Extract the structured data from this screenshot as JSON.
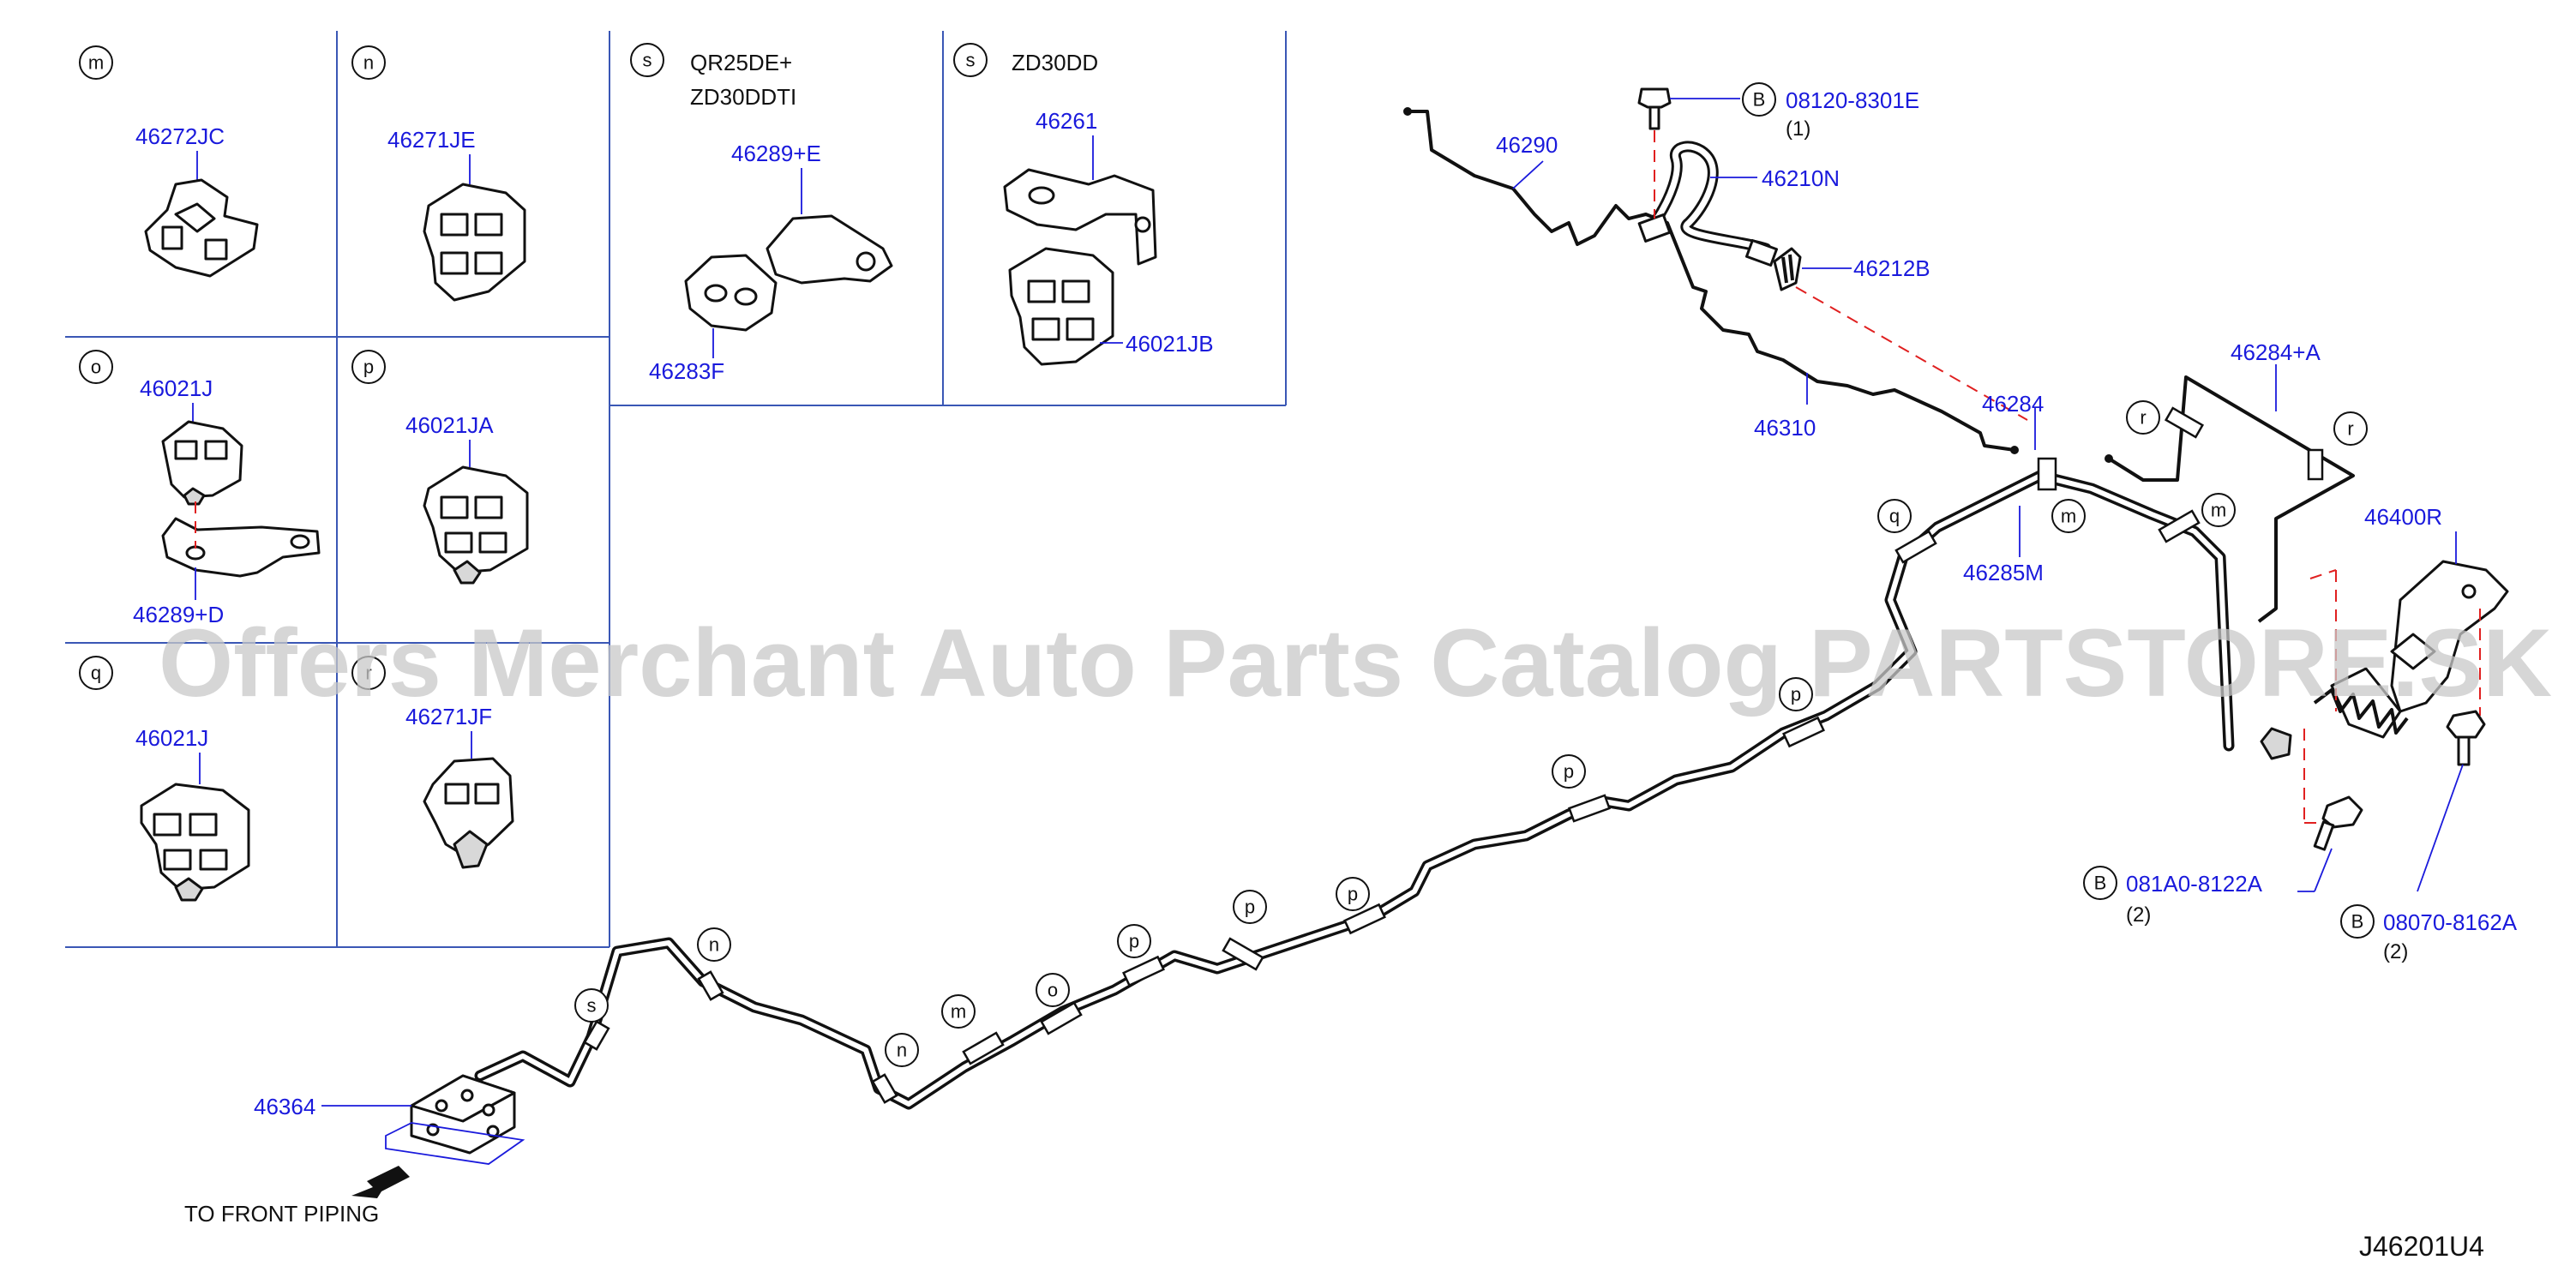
{
  "diagram_code": "J46201U4",
  "watermark": "Offers Merchant Auto Parts Catalog PARTSTORE.SK",
  "direction_note": "TO  FRONT  PIPING",
  "bolt_symbol": "B",
  "panels": [
    {
      "letter": "m",
      "note": "",
      "parts": [
        "46272JC"
      ]
    },
    {
      "letter": "n",
      "note": "",
      "parts": [
        "46271JE"
      ]
    },
    {
      "letter": "s",
      "note_lines": [
        "QR25DE+",
        "ZD30DDTI"
      ],
      "parts": [
        "46289+E",
        "46283F"
      ]
    },
    {
      "letter": "s",
      "note": "ZD30DD",
      "parts": [
        "46261",
        "46021JB"
      ]
    },
    {
      "letter": "o",
      "note": "",
      "parts": [
        "46021J",
        "46289+D"
      ]
    },
    {
      "letter": "p",
      "note": "",
      "parts": [
        "46021JA"
      ]
    },
    {
      "letter": "q",
      "note": "",
      "parts": [
        "46021J"
      ]
    },
    {
      "letter": "r",
      "note": "",
      "parts": [
        "46271JF"
      ]
    }
  ],
  "labels": {
    "p46290": "46290",
    "p46210N": "46210N",
    "p46212B": "46212B",
    "p46310": "46310",
    "p46284": "46284",
    "p46284A": "46284+A",
    "p46285M": "46285M",
    "p46400R": "46400R",
    "p46364": "46364",
    "b1": "08120-8301E",
    "b1_qty": "(1)",
    "b2": "081A0-8122A",
    "b2_qty": "(2)",
    "b3": "08070-8162A",
    "b3_qty": "(2)"
  },
  "clip_markers": {
    "r1": "r",
    "r2": "r",
    "q1": "q",
    "m1": "m",
    "m2": "m",
    "p1": "p",
    "p2": "p",
    "p3": "p",
    "p4": "p",
    "p5": "p",
    "o1": "o",
    "m3": "m",
    "n1": "n",
    "n2": "n",
    "s1": "s"
  }
}
